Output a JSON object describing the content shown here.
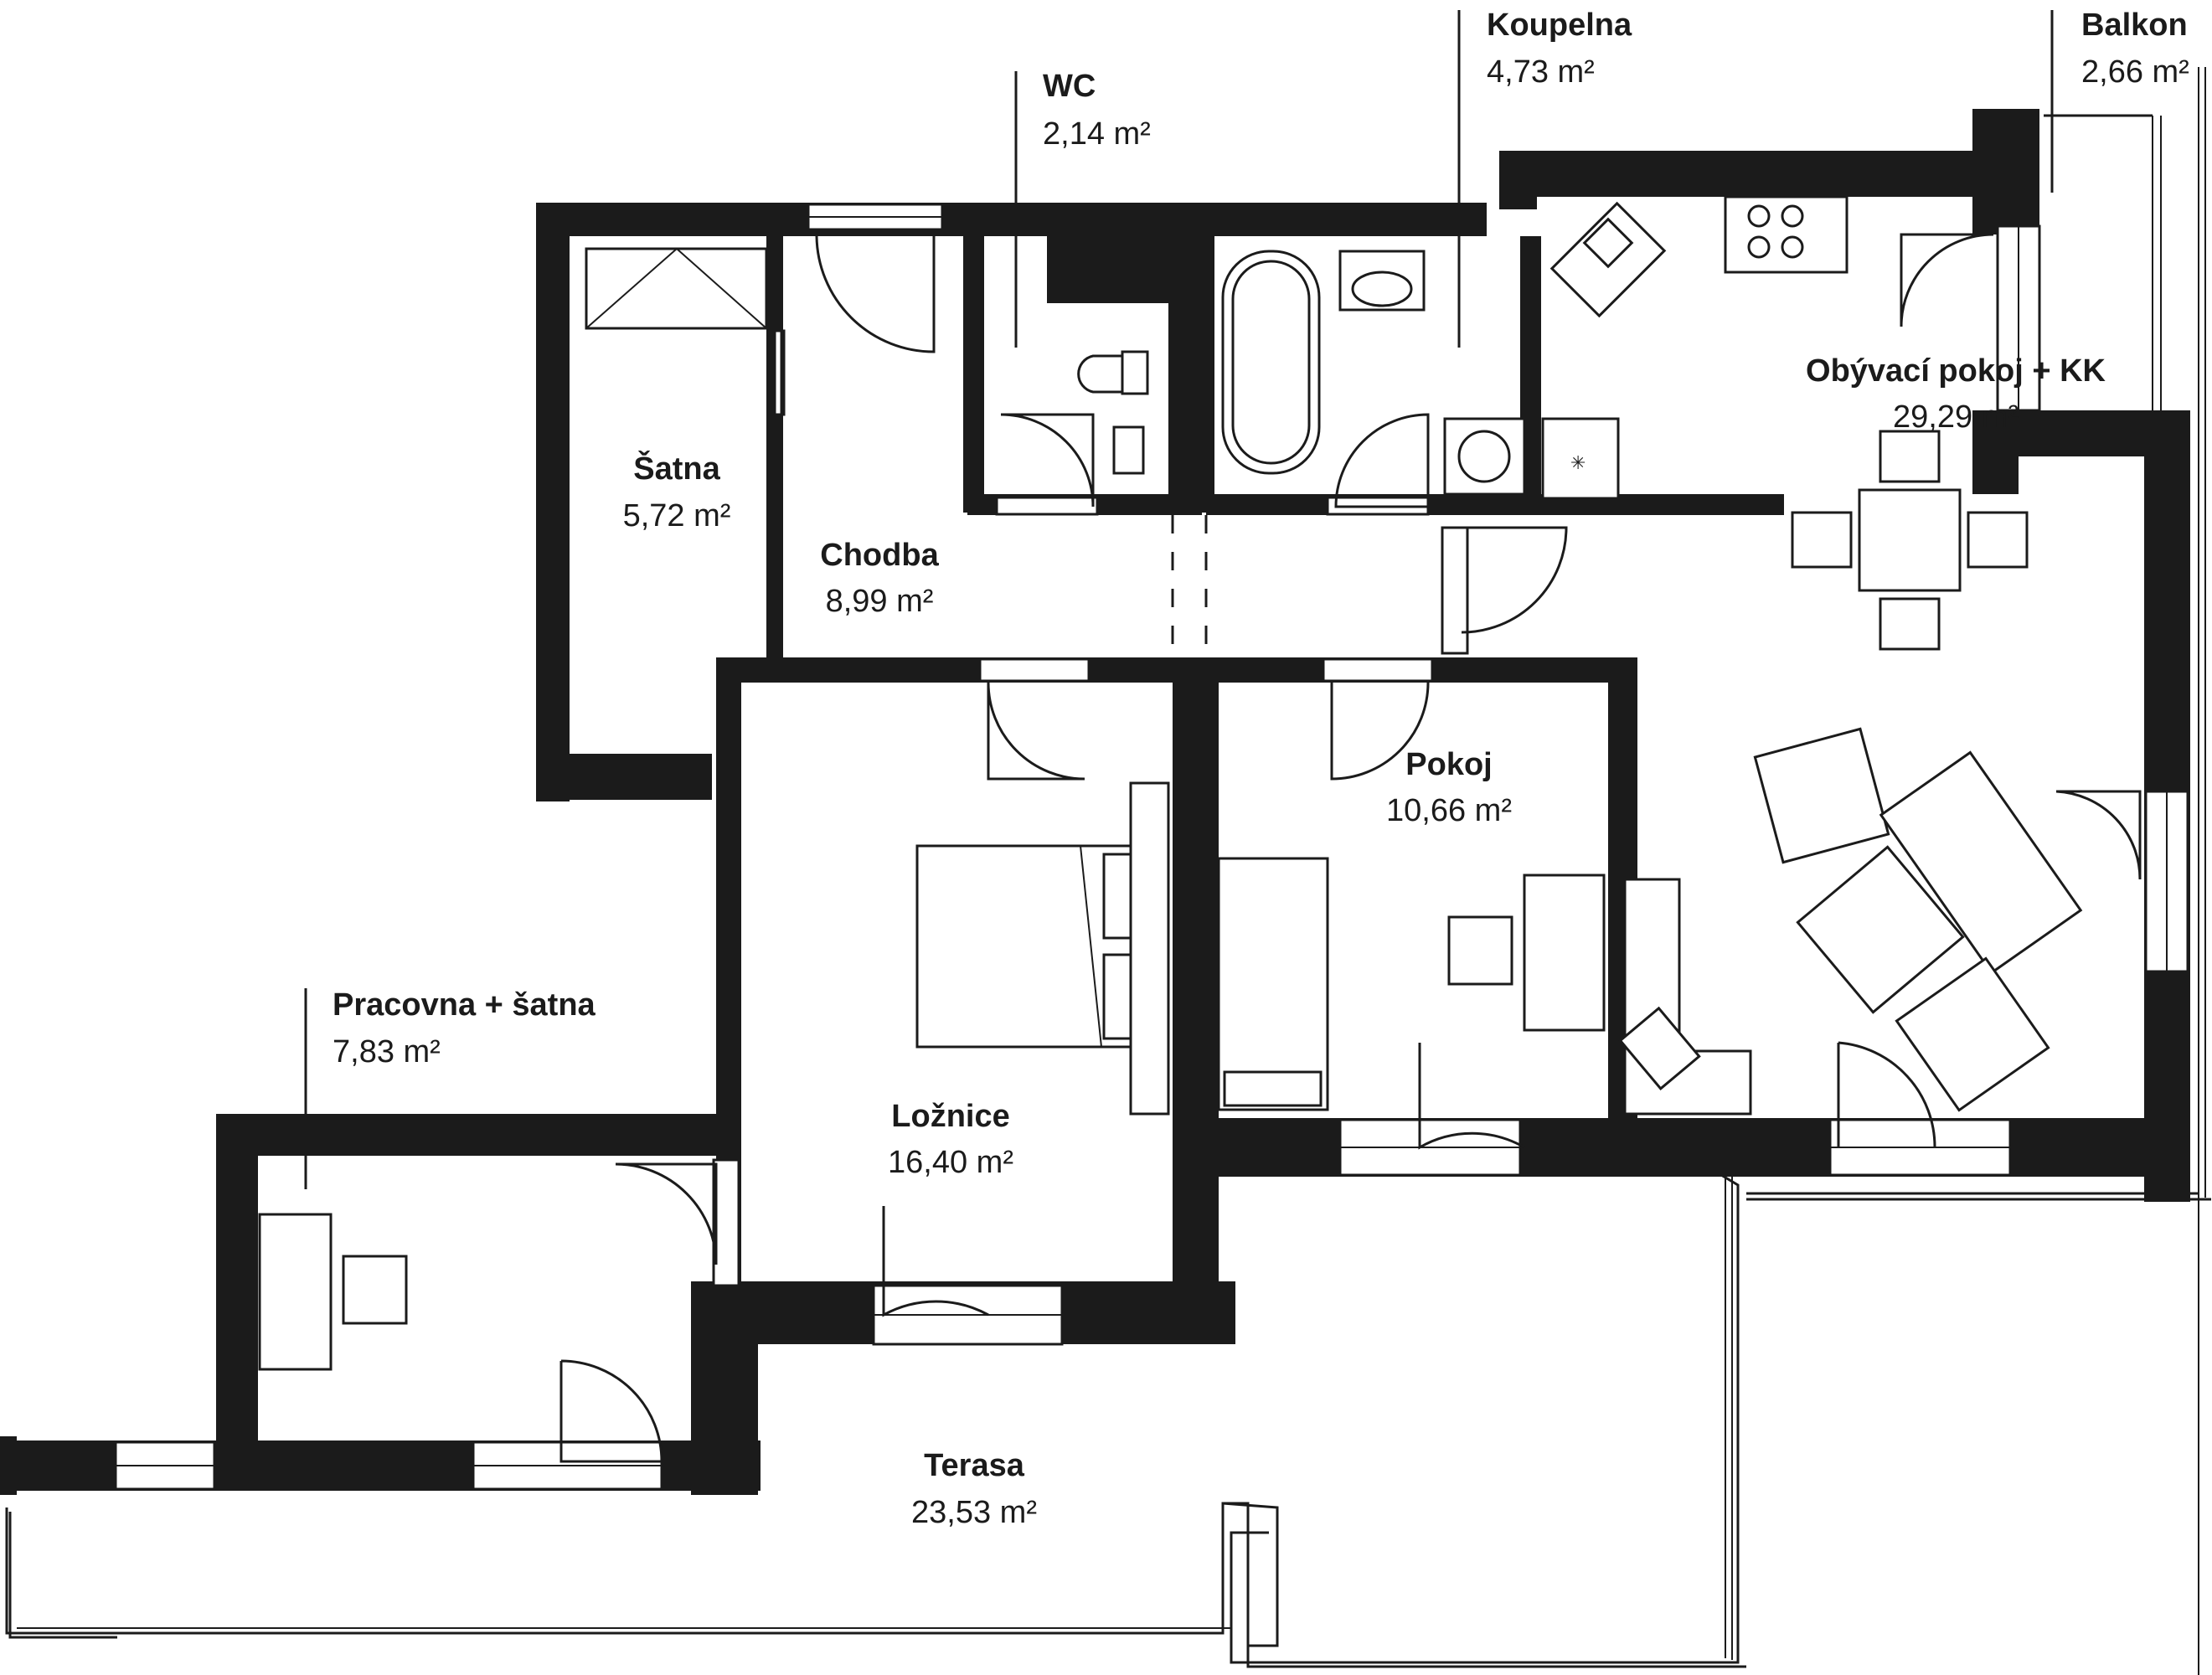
{
  "rooms": {
    "wc": {
      "name": "WC",
      "area": "2,14 m²"
    },
    "koupelna": {
      "name": "Koupelna",
      "area": "4,73 m²"
    },
    "balkon": {
      "name": "Balkon",
      "area": "2,66 m²"
    },
    "obyvaci": {
      "name": "Obývací pokoj + KK",
      "area": "29,29 m²"
    },
    "satna": {
      "name": "Šatna",
      "area": "5,72 m²"
    },
    "chodba": {
      "name": "Chodba",
      "area": "8,99 m²"
    },
    "pokoj": {
      "name": "Pokoj",
      "area": "10,66 m²"
    },
    "loznice": {
      "name": "Ložnice",
      "area": "16,40 m²"
    },
    "pracovna": {
      "name": "Pracovna + šatna",
      "area": "7,83 m²"
    },
    "terasa": {
      "name": "Terasa",
      "area": "23,53 m²"
    }
  },
  "colors": {
    "wall": "#1b1b1b",
    "background": "#ffffff"
  }
}
